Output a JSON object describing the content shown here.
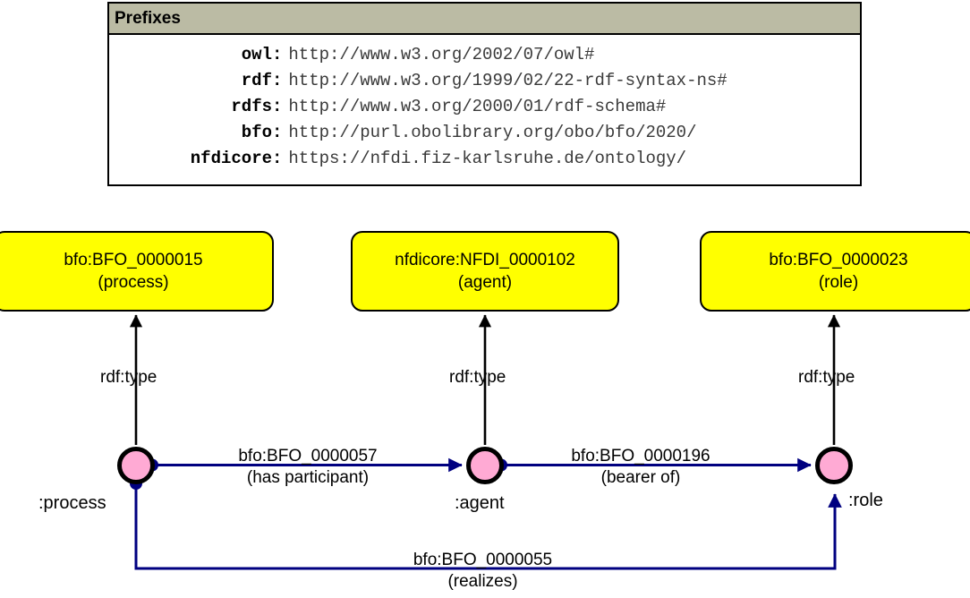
{
  "prefixes_panel": {
    "title": "Prefixes",
    "rows": [
      {
        "name": "owl",
        "uri": "http://www.w3.org/2002/07/owl#"
      },
      {
        "name": "rdf",
        "uri": "http://www.w3.org/1999/02/22-rdf-syntax-ns#"
      },
      {
        "name": "rdfs",
        "uri": "http://www.w3.org/2000/01/rdf-schema#"
      },
      {
        "name": "bfo",
        "uri": "http://purl.obolibrary.org/obo/bfo/2020/"
      },
      {
        "name": "nfdicore",
        "uri": "https://nfdi.fiz-karlsruhe.de/ontology/"
      }
    ]
  },
  "graph": {
    "class_nodes": [
      {
        "id": "process",
        "iri": "bfo:BFO_0000015",
        "gloss": "(process)"
      },
      {
        "id": "agent",
        "iri": "nfdicore:NFDI_0000102",
        "gloss": "(agent)"
      },
      {
        "id": "role",
        "iri": "bfo:BFO_0000023",
        "gloss": "(role)"
      }
    ],
    "instance_nodes": [
      {
        "id": "process",
        "label": ":process"
      },
      {
        "id": "agent",
        "label": ":agent"
      },
      {
        "id": "role",
        "label": ":role"
      }
    ],
    "type_edges": [
      {
        "label": "rdf:type"
      },
      {
        "label": "rdf:type"
      },
      {
        "label": "rdf:type"
      }
    ],
    "object_edges": [
      {
        "id": "has-participant",
        "iri": "bfo:BFO_0000057",
        "gloss": "(has participant)",
        "from": ":process",
        "to": ":agent"
      },
      {
        "id": "bearer-of",
        "iri": "bfo:BFO_0000196",
        "gloss": "(bearer of)",
        "from": ":agent",
        "to": ":role"
      },
      {
        "id": "realizes",
        "iri": "bfo:BFO_0000055",
        "gloss": "(realizes)",
        "from": ":process",
        "to": ":role"
      }
    ]
  },
  "colors": {
    "class_fill": "#ffff00",
    "instance_fill": "#ffaad4",
    "header_fill": "#bbbba4",
    "object_edge": "#000080",
    "type_edge": "#000000",
    "background": "#ffffff"
  }
}
